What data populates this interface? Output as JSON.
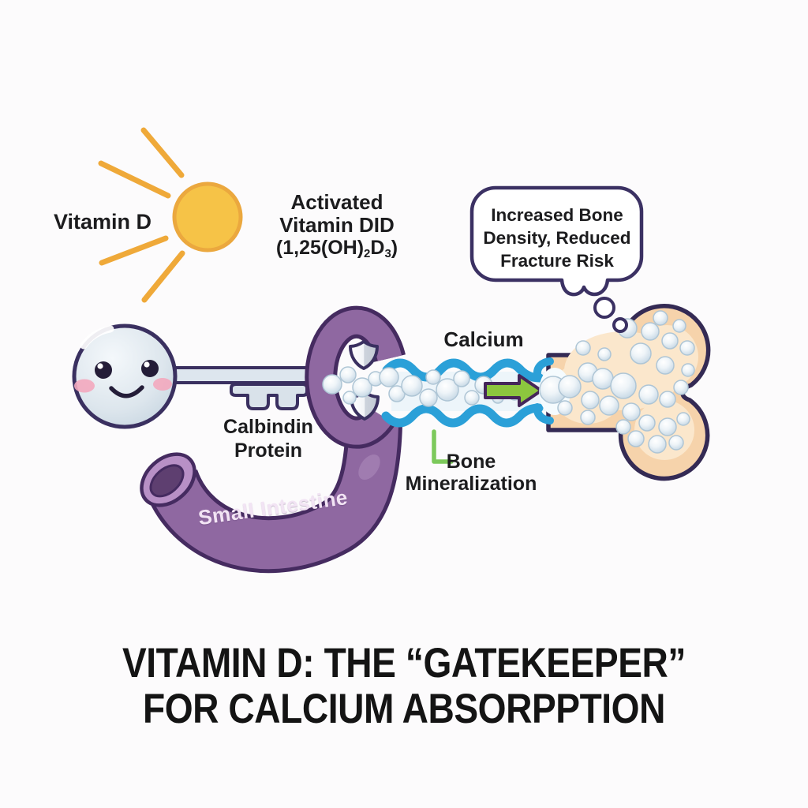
{
  "labels": {
    "vitamin_d": "Vitamin D",
    "calcium": "Calcium",
    "small_intestine": "Small Intestine"
  },
  "activated": {
    "line1": "Activated",
    "line2": "Vitamin DID",
    "formula_prefix": "(1,25(OH)",
    "formula_sub_a": "2",
    "formula_d": "D",
    "formula_sub_b": "3",
    "formula_suffix": ")"
  },
  "thought_bubble": {
    "line1": "Increased Bone",
    "line2": "Density, Reduced",
    "line3": "Fracture Risk"
  },
  "calbindin": {
    "line1": "Calbindin",
    "line2": "Protein"
  },
  "bone_mineralization": {
    "line1": "Bone",
    "line2": "Mineralization"
  },
  "title": {
    "line1": "VITAMIN D: THE “GATEKEEPER”",
    "line2": "FOR CALCIUM ABSORPPTION"
  },
  "icons": {
    "sun": "sun-icon",
    "key": "key-icon",
    "shields": "shield-icon",
    "flow_arrow": "flow-arrow-icon",
    "thought_bubble": "thought-bubble",
    "bone": "bone-shape"
  },
  "colors": {
    "background": "#fcfbfc",
    "outline_dark": "#3a3060",
    "intestine_purple": "#8f68a1",
    "intestine_outline": "#452b60",
    "intestine_open_end": "#5e3f70",
    "sun_fill": "#f6c347",
    "sun_stroke": "#eba83e",
    "channel_blue": "#2ba0d8",
    "arrow_green": "#8cc63e",
    "bracket_green": "#7cc95b",
    "bone_fill": "#f6d3ab",
    "bone_inner": "#fbe7cc",
    "key_fill": "#d9e2ea",
    "cheek_pink": "#f3a8be",
    "text_black": "#1c1c1e"
  }
}
